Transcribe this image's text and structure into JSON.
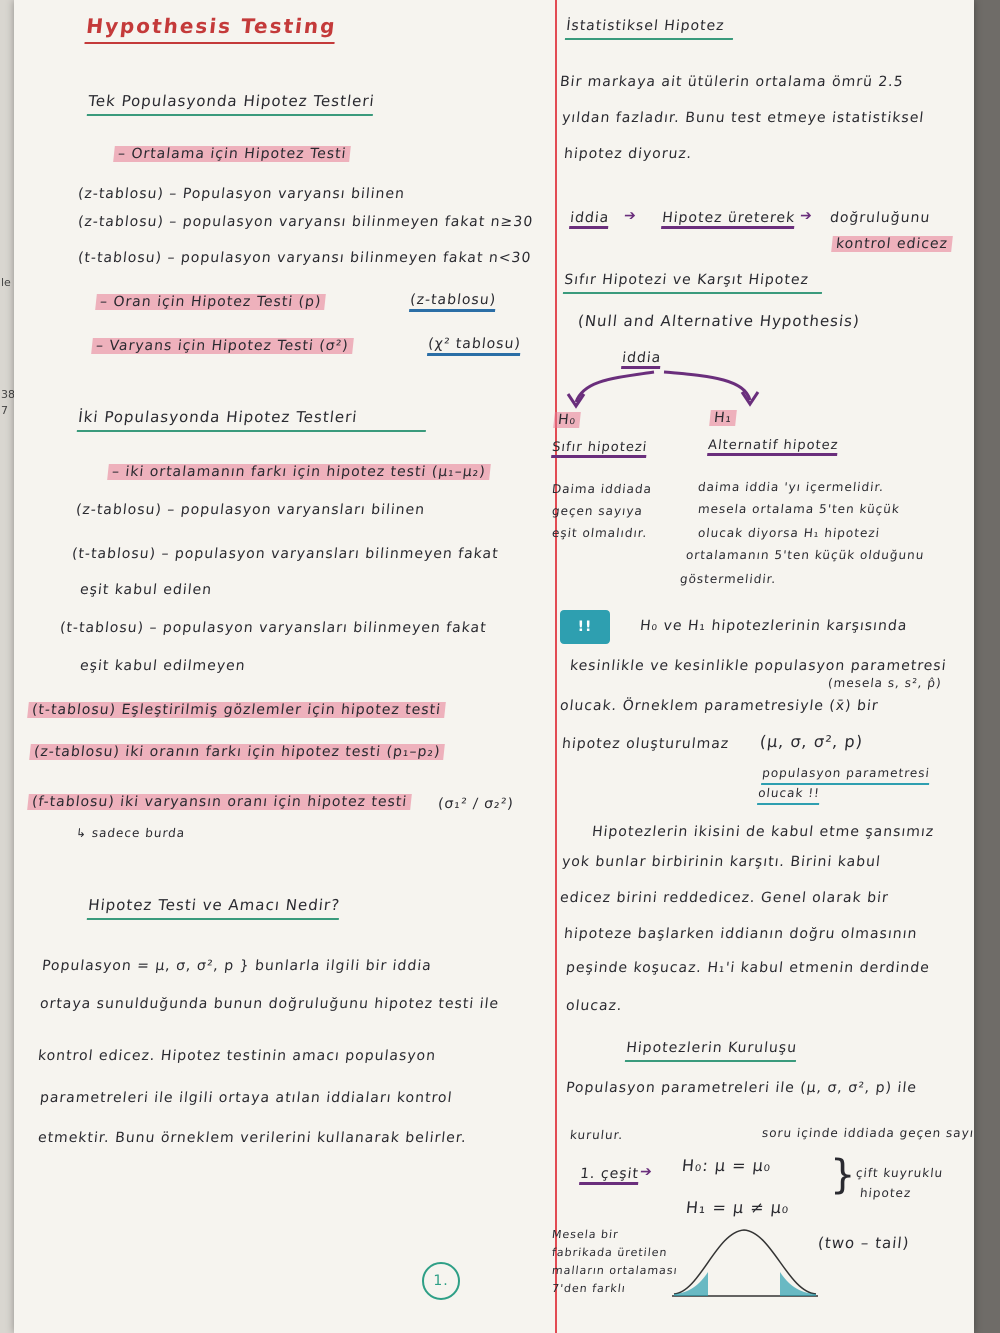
{
  "left": {
    "title": "Hypothesis Testing",
    "h_tek": "Tek Populasyonda Hipotez Testleri",
    "ortalama": "– Ortalama için Hipotez Testi",
    "z1": "(z-tablosu) – Populasyon varyansı bilinen",
    "z2": "(z-tablosu) – populasyon varyansı bilinmeyen fakat n≥30",
    "t1": "(t-tablosu) – populasyon varyansı bilinmeyen fakat n<30",
    "oran": "– Oran için Hipotez Testi (p)",
    "oran_tab": "(z-tablosu)",
    "varyans": "– Varyans için Hipotez Testi (σ²)",
    "varyans_tab": "(χ² tablosu)",
    "h_iki": "İki Populasyonda Hipotez Testleri",
    "iki_ort": "– iki ortalamanın farkı için hipotez testi (μ₁–μ₂)",
    "z3": "(z-tablosu) – populasyon varyansları bilinen",
    "t2a": "(t-tablosu) – populasyon varyansları bilinmeyen fakat",
    "t2b": "eşit kabul edilen",
    "t3a": "(t-tablosu) – populasyon varyansları bilinmeyen fakat",
    "t3b": "eşit kabul edilmeyen",
    "esl": "(t-tablosu) Eşleştirilmiş gözlemler için hipotez testi",
    "iki_oran": "(z-tablosu) iki oranın farkı için hipotez testi (p₁–p₂)",
    "iki_var": "(f-tablosu) iki varyansın oranı için hipotez testi",
    "iki_var_frac": "(σ₁² / σ₂²)",
    "sadece": "↳ sadece burda",
    "h_amac": "Hipotez Testi ve Amacı Nedir?",
    "p1": "Populasyon = μ, σ, σ², p } bunlarla ilgili bir iddia",
    "p2": "ortaya sunulduğunda bunun doğruluğunu hipotez testi ile",
    "p3": "kontrol edicez. Hipotez testinin amacı populasyon",
    "p4": "parametreleri ile ilgili ortaya atılan iddiaları kontrol",
    "p5": "etmektir. Bunu örneklem verilerini kullanarak belirler.",
    "page_num": "1."
  },
  "right": {
    "h_ist": "İstatistiksel Hipotez",
    "r1": "Bir markaya ait ütülerin ortalama ömrü 2.5",
    "r2": "yıldan fazladır. Bunu test etmeye istatistiksel",
    "r3": "hipotez diyoruz.",
    "iddia": "iddia",
    "hip_ur": "Hipotez üreterek",
    "dogr1": "doğruluğunu",
    "dogr2": "kontrol edicez",
    "h_sifir": "Sıfır Hipotezi ve Karşıt Hipotez",
    "null_alt": "(Null and Alternative Hypothesis)",
    "iddia2": "iddia",
    "h0": "H₀",
    "h1": "H₁",
    "sifir_hip": "Sıfır hipotezi",
    "alt_hip": "Alternatif hipotez",
    "h0_d1": "Daima iddiada",
    "h0_d2": "geçen sayıya",
    "h0_d3": "eşit olmalıdır.",
    "h1_d1": "daima iddia 'yı içermelidir.",
    "h1_d2": "mesela ortalama 5'ten küçük",
    "h1_d3": "olucak diyorsa H₁ hipotezi",
    "h1_d4": "ortalamanın 5'ten küçük olduğunu",
    "h1_d5": "göstermelidir.",
    "warn1": "H₀ ve H₁ hipotezlerinin karşısında",
    "warn2": "kesinlikle ve kesinlikle populasyon parametresi",
    "mesela": "(mesela s, s², p̂)",
    "warn3": "olucak. Örneklem parametresiyle (x̄) bir",
    "warn4": "hipotez oluşturulmaz",
    "params": "(μ, σ, σ², p)",
    "pop_param": "populasyon parametresi",
    "olucak": "olucak !!",
    "k1": "Hipotezlerin ikisini de kabul etme şansımız",
    "k2": "yok bunlar birbirinin karşıtı. Birini kabul",
    "k3": "edicez birini reddedicez. Genel olarak bir",
    "k4": "hipoteze başlarken iddianın doğru olmasının",
    "k5": "peşinde koşucaz. H₁'i kabul etmenin derdinde",
    "k6": "olucaz.",
    "h_kur": "Hipotezlerin Kuruluşu",
    "kur1": "Populasyon parametreleri ile (μ, σ, σ², p) ile",
    "kur2": "kurulur.",
    "sag_not": "soru içinde iddiada geçen sayı",
    "cesit": "1. çeşit",
    "h0_eq": "H₀: μ = μ₀",
    "h1_eq": "H₁ = μ ≠ μ₀",
    "cift1": "çift kuyruklu",
    "cift2": "hipotez",
    "two_tail": "(two – tail)",
    "ornek1": "Mesela bir",
    "ornek2": "fabrikada üretilen",
    "ornek3": "malların ortalaması",
    "ornek4": "7'den farklı"
  },
  "edge": {
    "a": "le",
    "b": "38",
    "c": "7"
  },
  "colors": {
    "margin_red": "#e24b53",
    "highlight_pink": "#e87a92",
    "green": "#3a9a7c",
    "teal": "#2e9fb0",
    "purple": "#6a2e7c",
    "blue": "#2b6ea6"
  }
}
